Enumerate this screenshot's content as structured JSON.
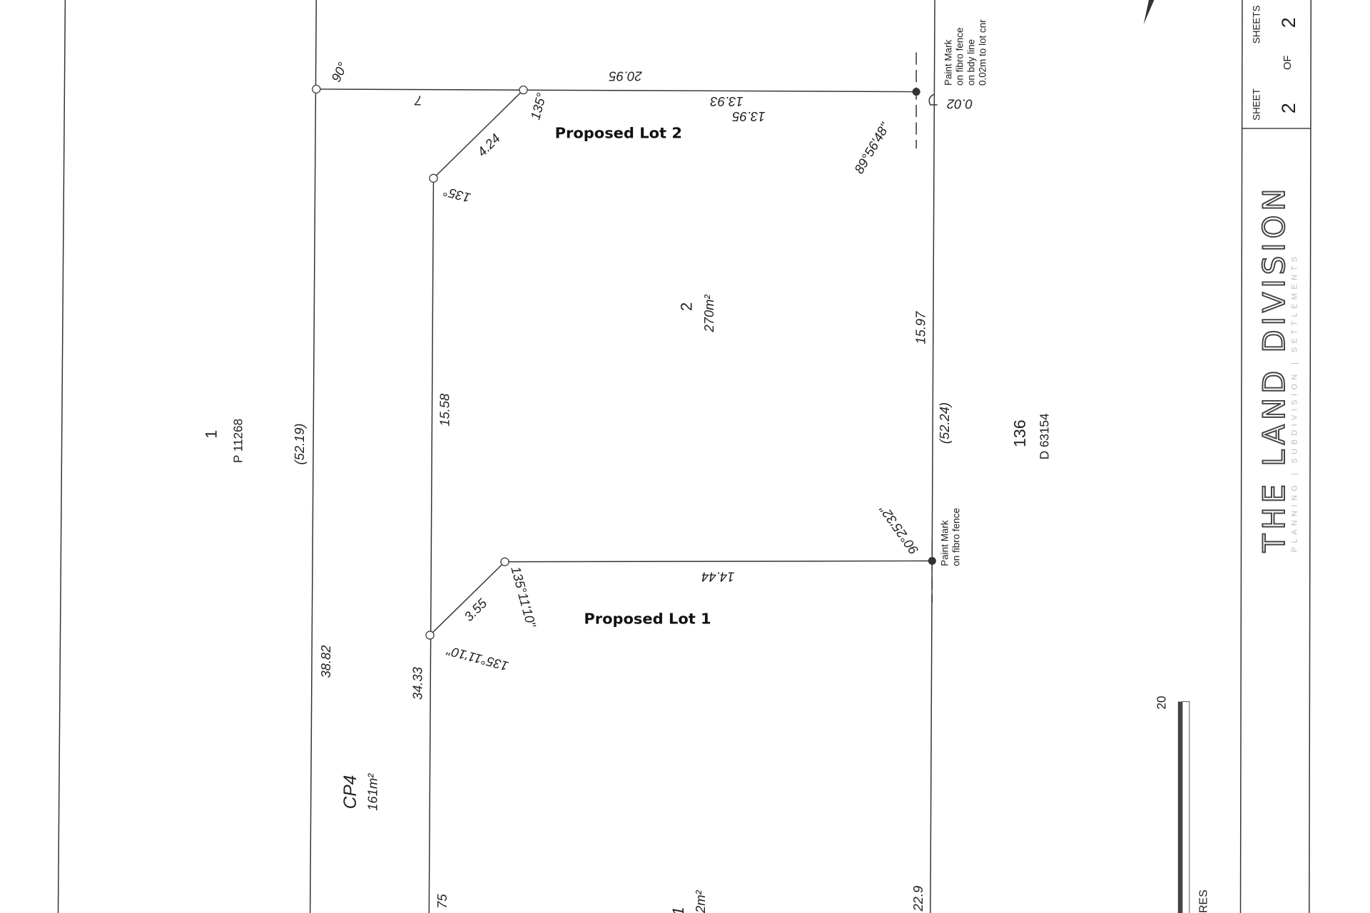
{
  "plan": {
    "lots": {
      "lot2_label": "Proposed Lot 2",
      "lot1_label": "Proposed Lot 1",
      "lot2_number": "2",
      "lot2_area": "270m²",
      "cp4_label": "CP4",
      "cp4_area": "161m²",
      "lot1_number_partial": "1",
      "lot1_area_partial": "2m²"
    },
    "neighbours": {
      "west_lot": "1",
      "west_plan": "P 11268",
      "east_lot": "136",
      "east_plan": "D 63154"
    },
    "dimensions": {
      "top_boundary": "20.95",
      "top_seg_a": "7",
      "top_seg_b1": "13.93",
      "top_seg_b2": "13.95",
      "diag_top": "4.24",
      "east_upper": "15.97",
      "internal_west": "15.58",
      "west_total": "(52.19)",
      "east_total": "(52.24)",
      "lot1_top": "14.44",
      "diag_bottom": "3.55",
      "west_lower": "38.82",
      "internal_lower": "34.33",
      "internal_bottom": "75",
      "east_bottom": "22.9",
      "offset": "0.02"
    },
    "angles": {
      "nw_corner": "90°",
      "top_diag": "135°",
      "diag_internal": "135°",
      "ne_corner": "89°56'48\"",
      "east_mid": "90°25'32\"",
      "lot1_diag_top": "135°11'10\"",
      "lot1_diag_bottom": "135°11'10\""
    },
    "notes": {
      "paint_mark_top": [
        "Paint Mark",
        "on fibro fence",
        "on bdy line",
        "0.02m to lot cnr"
      ],
      "paint_mark_mid": [
        "Paint Mark",
        "on fibro fence"
      ]
    },
    "scale_bar": {
      "max_label": "20",
      "units_partial": "RES"
    }
  },
  "title_block": {
    "sheet_label": "SHEET",
    "sheet_number": "2",
    "of_label": "OF",
    "sheets_label": "SHEETS",
    "sheets_total": "2",
    "logo_text": "THE LAND DIVISION",
    "logo_subtitle": "PLANNING | SUBDIVISION | SETTLEMENTS"
  }
}
